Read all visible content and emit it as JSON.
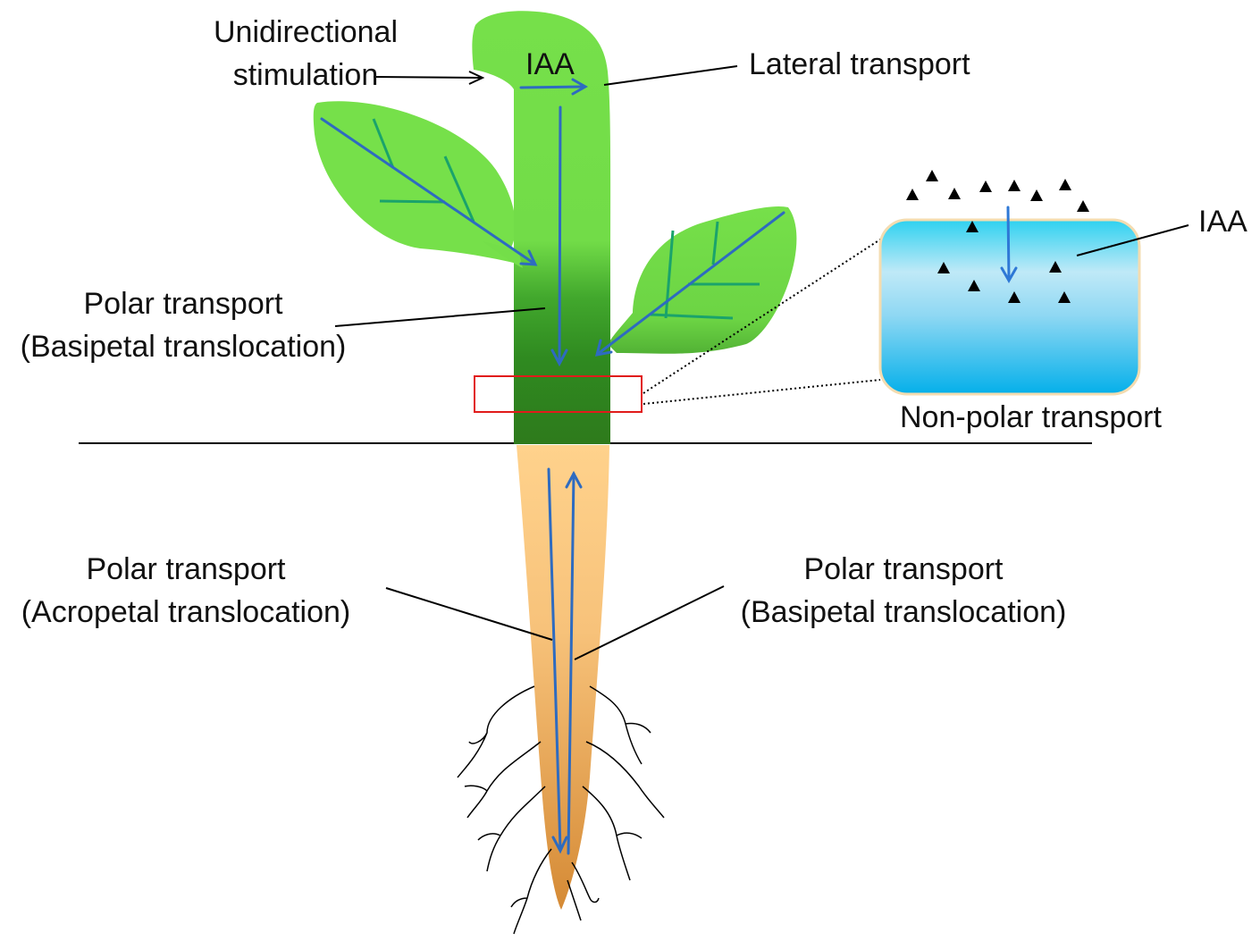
{
  "labels": {
    "unidirectional_line1": "Unidirectional",
    "unidirectional_line2": "stimulation",
    "iaa_tip": "IAA",
    "lateral_transport": "Lateral transport",
    "polar_shoot_line1": "Polar transport",
    "polar_shoot_line2": "(Basipetal translocation)",
    "iaa_inset": "IAA",
    "non_polar_transport": "Non-polar transport",
    "polar_root_left_line1": "Polar transport",
    "polar_root_left_line2": "(Acropetal translocation)",
    "polar_root_right_line1": "Polar transport",
    "polar_root_right_line2": "(Basipetal translocation)"
  },
  "colors": {
    "shoot_light": "#76e04a",
    "shoot_dark": "#2f7a1c",
    "leaf_vein": "#1aa36b",
    "arrow_blue": "#2e6bc0",
    "root_top": "#ffd28c",
    "root_bottom": "#d58a35",
    "inset_top": "#2ed1f0",
    "inset_bottom": "#06b0ea",
    "inset_border": "#f4dcb0",
    "highlight_box": "#e11b1b"
  },
  "icons": {
    "iaa_molecule": "black-triangle"
  }
}
